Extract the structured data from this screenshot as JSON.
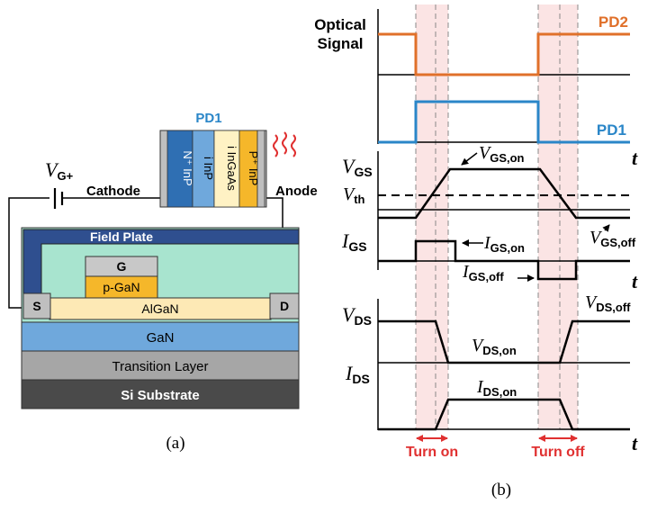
{
  "panel_a": {
    "caption": "(a)",
    "pd1_title": "PD1",
    "pd1_layers": [
      "N⁺ InP",
      "i InP",
      "i InGaAs",
      "P⁺ InP"
    ],
    "gate_voltage_main": "V",
    "gate_voltage_sub": "G+",
    "cathode_label": "Cathode",
    "anode_label": "Anode",
    "field_plate_label": "Field Plate",
    "gate_label": "G",
    "pgan_label": "p-GaN",
    "source_label": "S",
    "drain_label": "D",
    "algan_label": "AlGaN",
    "gan_label": "GaN",
    "transition_label": "Transition Layer",
    "substrate_label": "Si Substrate"
  },
  "panel_b": {
    "caption": "(b)",
    "optical_signal_line1": "Optical",
    "optical_signal_line2": "Signal",
    "pd2_label": "PD2",
    "pd1_label": "PD1",
    "time_axis_label": "t",
    "vgs": {
      "main": "V",
      "sub": "GS"
    },
    "vth": {
      "main": "V",
      "sub": "th"
    },
    "vgs_on": {
      "main": "V",
      "sub": "GS,on"
    },
    "vgs_off": {
      "main": "V",
      "sub": "GS,off"
    },
    "igs": {
      "main": "I",
      "sub": "GS"
    },
    "igs_on": {
      "main": "I",
      "sub": "GS,on"
    },
    "igs_off": {
      "main": "I",
      "sub": "GS,off"
    },
    "vds": {
      "main": "V",
      "sub": "DS"
    },
    "vds_off": {
      "main": "V",
      "sub": "DS,off"
    },
    "vds_on": {
      "main": "V",
      "sub": "DS,on"
    },
    "ids": {
      "main": "I",
      "sub": "DS"
    },
    "ids_on": {
      "main": "I",
      "sub": "DS,on"
    },
    "turn_on_label": "Turn on",
    "turn_off_label": "Turn off"
  },
  "colors": {
    "pd2_orange": "#e0702a",
    "pd1_blue": "#2a86c8",
    "turn_red": "#e03030",
    "shade_pink": "#fbe4e4",
    "n_inp": "#2f6fb3",
    "i_inp": "#6fa8dc",
    "i_ingaas": "#fff2c4",
    "p_inp": "#f5b72a",
    "field_plate": "#2f4f8f",
    "passivation": "#a8e4cf",
    "gate": "#c8c8c8",
    "pgan": "#f5b72a",
    "contact": "#bfbfbf",
    "algan": "#fde9b5",
    "gan": "#6fa8dc",
    "transition": "#a6a6a6",
    "substrate": "#4a4a4a"
  }
}
